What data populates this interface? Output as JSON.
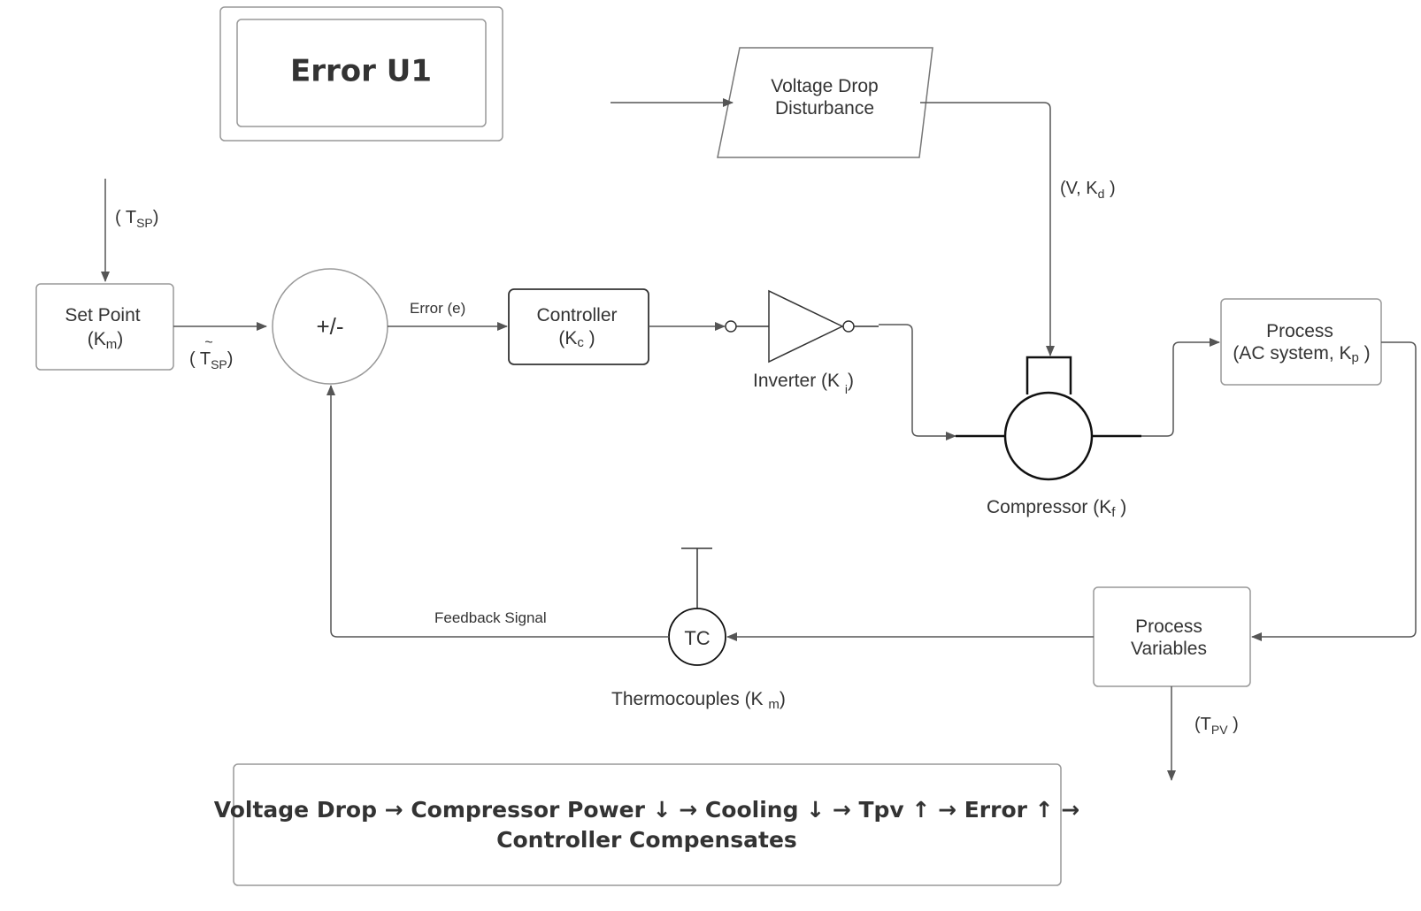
{
  "title": {
    "text": "Error U1"
  },
  "disturbance": {
    "line1": "Voltage Drop",
    "line2": "Disturbance"
  },
  "set_point": {
    "line1": "Set Point",
    "line2_pre": "(K",
    "line2_sub": "m",
    "line2_post": ")"
  },
  "tsp_in": {
    "pre": "( T",
    "sub": "SP",
    "post": ")"
  },
  "tsp_out": {
    "tilde": "~",
    "pre": "( T",
    "sub": "SP",
    "post": ")"
  },
  "summer": {
    "label": "+/-"
  },
  "error_label": "Error (e)",
  "controller": {
    "line1": "Controller",
    "line2_pre": "(K",
    "line2_sub": "c",
    "line2_post": " )"
  },
  "inverter": {
    "pre": "Inverter (K ",
    "sub": "i",
    "post": ")"
  },
  "vkd": {
    "pre": "(V, K",
    "sub": "d",
    "post": " )"
  },
  "compressor": {
    "pre": "Compressor (K",
    "sub": "f",
    "post": " )"
  },
  "process": {
    "line1": "Process",
    "line2_pre": "(AC system, K",
    "line2_sub": "p",
    "line2_post": " )"
  },
  "process_variables": {
    "line1": "Process",
    "line2": "Variables"
  },
  "tpv": {
    "pre": "(T",
    "sub": "PV",
    "post": " )"
  },
  "thermocouple": {
    "symbol": "TC",
    "pre": "Thermocouples (K ",
    "sub": "m",
    "post": ")"
  },
  "feedback_label": "Feedback Signal",
  "summary": {
    "line1": "Voltage Drop → Compressor Power ↓ → Cooling ↓ → Tpv ↑ → Error ↑ →",
    "line2": "Controller Compensates"
  },
  "colors": {
    "stroke": "#555555",
    "box_stroke": "#999999",
    "text": "#333333"
  }
}
